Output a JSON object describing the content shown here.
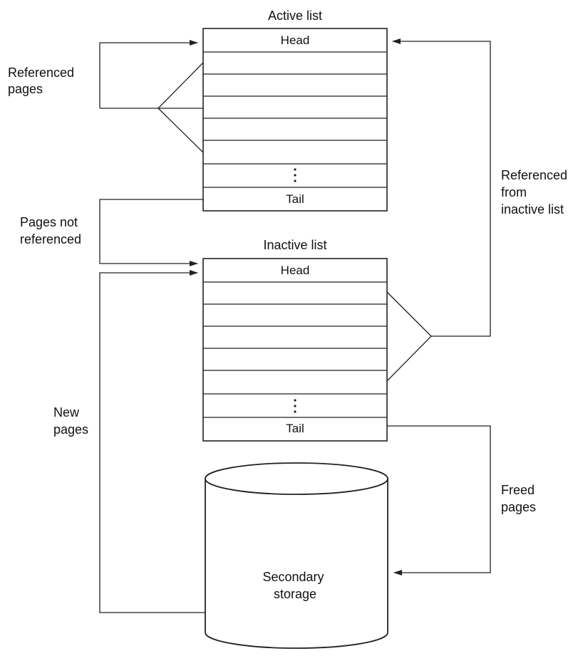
{
  "active_list": {
    "title": "Active list",
    "head": "Head",
    "tail": "Tail"
  },
  "inactive_list": {
    "title": "Inactive list",
    "head": "Head",
    "tail": "Tail"
  },
  "labels": {
    "referenced_pages": [
      "Referenced",
      "pages"
    ],
    "pages_not_referenced": [
      "Pages not",
      "referenced"
    ],
    "new_pages": [
      "New",
      "pages"
    ],
    "referenced_from_inactive": [
      "Referenced",
      "from",
      "inactive list"
    ],
    "freed_pages": [
      "Freed",
      "pages"
    ]
  },
  "storage": {
    "label": [
      "Secondary",
      "storage"
    ]
  }
}
